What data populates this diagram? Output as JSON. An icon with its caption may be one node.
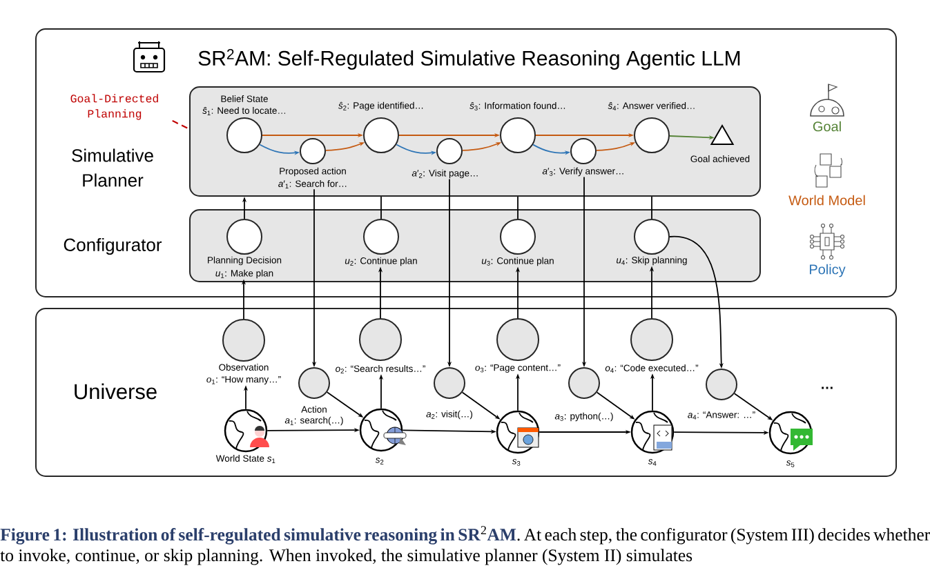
{
  "diagram": {
    "title": "SR$^{2}$AM: Self-Regulated Simulative Reasoning Agentic LLM",
    "caption": "**Figure 1: Illustration of self-regulated simulative reasoning in SR**$^{2}$**AM**. At each step, the configurator (System III) decides whether to invoke, continue, or skip planning. When invoked, the simulative planner (System II) simulates",
    "nodes": [
      {
        "text": [],
        "shape": "box"
      },
      {
        "text": [
          "Simulative Planner"
        ],
        "in": 0
      },
      {
        "text": [
          "Configurator"
        ],
        "in": 0
      },
      {
        "text": [
          "Universe"
        ]
      },
      {
        "text": [
          "Belief State",
          "*ŝ*$_{1}$: Need to locate…"
        ],
        "in": 1
      },
      {
        "text": [
          "Proposed action",
          "*a*′$_{1}$: Search for…"
        ],
        "in": 1
      },
      {
        "text": [
          "*ŝ*$_{2}$: Page identified…"
        ],
        "in": 1
      },
      {
        "text": [
          "*a*′$_{2}$: Visit page…"
        ],
        "in": 1
      },
      {
        "text": [
          "*ŝ*$_{3}$: Information found…"
        ],
        "in": 1
      },
      {
        "text": [
          "*a*′$_{3}$: Verify answer…"
        ],
        "in": 1
      },
      {
        "text": [
          "*ŝ*$_{4}$: Answer verified…"
        ],
        "in": 1
      },
      {
        "text": [
          "Goal achieved"
        ],
        "in": 1
      },
      {
        "text": [
          "Planning Decision",
          "*u*$_{1}$: Make plan"
        ],
        "in": 2
      },
      {
        "text": [
          "*u*$_{2}$: Continue plan"
        ],
        "in": 2
      },
      {
        "text": [
          "*u*$_{3}$: Continue plan"
        ],
        "in": 2
      },
      {
        "text": [
          "*u*$_{4}$: Skip planning"
        ],
        "in": 2
      },
      {
        "text": [
          "Observation",
          "*o*$_{1}$: “How many…”"
        ],
        "in": 3
      },
      {
        "text": [
          "Action",
          "*a*$_{1}$: search(…)"
        ],
        "in": 3
      },
      {
        "text": [
          "*o*$_{2}$: “Search results…”"
        ],
        "in": 3
      },
      {
        "text": [
          "*a*$_{2}$: visit(…)"
        ],
        "in": 3
      },
      {
        "text": [
          "*o*$_{3}$: “Page content…”"
        ],
        "in": 3
      },
      {
        "text": [
          "*a*$_{3}$: python(…)"
        ],
        "in": 3
      },
      {
        "text": [
          "*o*$_{4}$: “Code executed…”"
        ],
        "in": 3
      },
      {
        "text": [
          "*a*$_{4}$: “Answer: …”"
        ],
        "in": 3
      },
      {
        "text": [
          "World State *s*$_{1}$"
        ],
        "in": 3
      },
      {
        "text": [
          "*s*$_{2}$"
        ],
        "in": 3
      },
      {
        "text": [
          "*s*$_{3}$"
        ],
        "in": 3
      },
      {
        "text": [
          "*s*$_{4}$"
        ],
        "in": 3
      },
      {
        "text": [
          "*s*$_{5}$"
        ],
        "in": 3
      },
      {
        "text": [
          "Goal-Directed Planning"
        ],
        "in": 0
      }
    ],
    "edges": [
      {
        "from": 4,
        "to": 5,
        "arrow": "to",
        "color": "#2e75b6"
      },
      {
        "from": 4,
        "to": 6,
        "arrow": "to",
        "color": "#c55a11"
      },
      {
        "from": 5,
        "to": 6,
        "arrow": "to",
        "color": "#c55a11"
      },
      {
        "from": 6,
        "to": 7,
        "arrow": "to",
        "color": "#2e75b6"
      },
      {
        "from": 6,
        "to": 8,
        "arrow": "to",
        "color": "#c55a11"
      },
      {
        "from": 7,
        "to": 8,
        "arrow": "to",
        "color": "#c55a11"
      },
      {
        "from": 8,
        "to": 9,
        "arrow": "to",
        "color": "#2e75b6"
      },
      {
        "from": 8,
        "to": 10,
        "arrow": "to",
        "color": "#c55a11"
      },
      {
        "from": 9,
        "to": 10,
        "arrow": "to",
        "color": "#c55a11"
      },
      {
        "from": 10,
        "to": 11,
        "arrow": "to",
        "color": "#548235"
      },
      {
        "from": 12,
        "to": 1,
        "arrow": "to"
      },
      {
        "from": 1,
        "to": 13,
        "arrow": "none"
      },
      {
        "from": 1,
        "to": 14,
        "arrow": "none"
      },
      {
        "from": 1,
        "to": 15,
        "arrow": "none"
      },
      {
        "from": 16,
        "to": 12,
        "arrow": "to"
      },
      {
        "from": 18,
        "to": 13,
        "arrow": "to"
      },
      {
        "from": 20,
        "to": 14,
        "arrow": "to"
      },
      {
        "from": 22,
        "to": 15,
        "arrow": "to"
      },
      {
        "from": 5,
        "to": 17,
        "arrow": "to"
      },
      {
        "from": 7,
        "to": 19,
        "arrow": "to"
      },
      {
        "from": 9,
        "to": 21,
        "arrow": "to"
      },
      {
        "from": 15,
        "to": 23,
        "arrow": "to"
      },
      {
        "from": 24,
        "to": 16,
        "arrow": "to"
      },
      {
        "from": 17,
        "to": 25,
        "arrow": "to"
      },
      {
        "from": 24,
        "to": 25,
        "arrow": "to"
      },
      {
        "from": 25,
        "to": 18,
        "arrow": "to"
      },
      {
        "from": 19,
        "to": 26,
        "arrow": "to"
      },
      {
        "from": 25,
        "to": 26,
        "arrow": "to"
      },
      {
        "from": 26,
        "to": 20,
        "arrow": "to"
      },
      {
        "from": 21,
        "to": 27,
        "arrow": "to"
      },
      {
        "from": 26,
        "to": 27,
        "arrow": "to"
      },
      {
        "from": 27,
        "to": 22,
        "arrow": "to"
      },
      {
        "from": 23,
        "to": 28,
        "arrow": "to"
      },
      {
        "from": 27,
        "to": 28,
        "arrow": "to"
      },
      {
        "from": 29,
        "to": 1,
        "arrow": "none",
        "style": "dashed",
        "color": "#c00000"
      }
    ],
    "labels": [
      "…"
    ],
    "legend": [
      {
        "text": "Goal",
        "color": "#548235"
      },
      {
        "text": "World Model",
        "color": "#c55a11"
      },
      {
        "text": "Policy",
        "color": "#2e75b6"
      }
    ]
  }
}
